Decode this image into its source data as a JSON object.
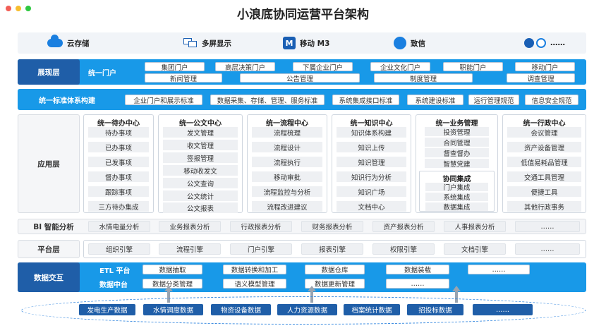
{
  "title": "小浪底协同运营平台架构",
  "window_dots": [
    "#f25e56",
    "#f7bd2e",
    "#2fc840"
  ],
  "colors": {
    "dark_blue": "#1f5ea8",
    "bright_blue": "#1899e8",
    "light_bg": "#f5f6f8"
  },
  "topbar": {
    "items": [
      {
        "icon": "cloud-icon",
        "label": "云存储"
      },
      {
        "icon": "multi-screen-icon",
        "label": "多屏显示"
      },
      {
        "icon": "m3-icon",
        "label": "移动 M3"
      },
      {
        "icon": "zhixin-icon",
        "label": "致信"
      },
      {
        "icon": "more-apps-icon",
        "label": "……"
      }
    ]
  },
  "presentation": {
    "layer": "展现层",
    "sub": "统一门户",
    "items": [
      "集团门户",
      "高层决策门户",
      "下属企业门户",
      "企业文化门户",
      "职能门户",
      "移动门户"
    ],
    "items2": [
      "新闻管理",
      "公告管理",
      "制度管理",
      "调查管理"
    ]
  },
  "standards": {
    "layer": "统一标准体系构建",
    "items": [
      "企业门户和展示标准",
      "数据采集、存储、管理、服务标准",
      "系统集成接口标准",
      "系统建设标准",
      "运行管理规范",
      "信息安全规范"
    ]
  },
  "application": {
    "layer": "应用层",
    "cols": [
      {
        "title": "统一待办中心",
        "items": [
          "待办事项",
          "已办事项",
          "已发事项",
          "督办事项",
          "跟踪事项",
          "三方待办集成"
        ]
      },
      {
        "title": "统一公文中心",
        "items": [
          "发文管理",
          "收文管理",
          "签报管理",
          "移动收发文",
          "公文查询",
          "公文统计",
          "公文报表"
        ]
      },
      {
        "title": "统一流程中心",
        "items": [
          "流程梳理",
          "流程设计",
          "流程执行",
          "移动审批",
          "流程监控与分析",
          "流程改进建议"
        ]
      },
      {
        "title": "统一知识中心",
        "items": [
          "知识体系构建",
          "知识上传",
          "知识管理",
          "知识行为分析",
          "知识广场",
          "文档中心"
        ]
      },
      {
        "title": "统一业务管理",
        "items": [
          "投资管理",
          "合同管理",
          "督查督办",
          "智慧党建"
        ],
        "title2": "协同集成",
        "items2": [
          "门户集成",
          "系统集成",
          "数据集成"
        ]
      },
      {
        "title": "统一行政中心",
        "items": [
          "会议管理",
          "资产设备管理",
          "低值易耗品管理",
          "交通工具管理",
          "便捷工具",
          "其他行政事务"
        ]
      }
    ]
  },
  "bi": {
    "layer": "BI 智能分析",
    "items": [
      "水情电量分析",
      "业务报表分析",
      "行政报表分析",
      "财务报表分析",
      "资产报表分析",
      "人事报表分析",
      "……"
    ]
  },
  "platform": {
    "layer": "平台层",
    "items": [
      "组织引擎",
      "流程引擎",
      "门户引擎",
      "报表引擎",
      "权限引擎",
      "文档引擎",
      "……"
    ]
  },
  "data": {
    "layer": "数据交互",
    "etl_label": "ETL 平台",
    "mid_label": "数据中台",
    "row1": [
      "数据抽取",
      "数据转换和加工",
      "数据仓库",
      "数据装载",
      "……"
    ],
    "row2": [
      "数据分类管理",
      "语义模型管理",
      "数据更新管理",
      "……"
    ]
  },
  "sources": [
    "发电生产数据",
    "水情调度数据",
    "物资设备数据",
    "人力资源数据",
    "档案统计数据",
    "招投标数据",
    "……"
  ]
}
